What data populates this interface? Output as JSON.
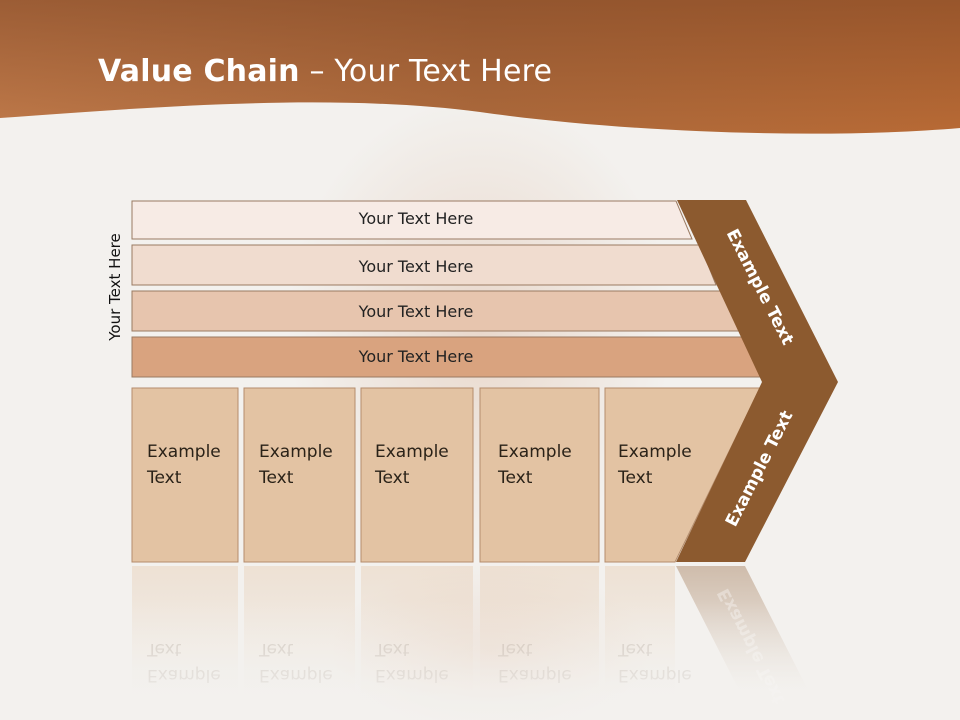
{
  "slide": {
    "title_strong": "Value Chain",
    "title_rest": " – Your Text Here",
    "side_label": "Your Text Here",
    "support_rows": [
      {
        "label": "Your Text Here",
        "fill": "#f7ebe5"
      },
      {
        "label": "Your Text Here",
        "fill": "#f0dccf"
      },
      {
        "label": "Your Text Here",
        "fill": "#e7c5ae"
      },
      {
        "label": "Your Text Here",
        "fill": "#d9a37f"
      }
    ],
    "primary_cells": [
      {
        "line1": "Example",
        "line2": "Text"
      },
      {
        "line1": "Example",
        "line2": "Text"
      },
      {
        "line1": "Example",
        "line2": "Text"
      },
      {
        "line1": "Example",
        "line2": "Text"
      },
      {
        "line1": "Example",
        "line2": "Text"
      }
    ],
    "chevron_upper_text": "Example Text",
    "chevron_lower_text": "Example Text",
    "colors": {
      "header_dark": "#93532b",
      "header_light": "#d48a56",
      "chevron_fill": "#8c5a2f",
      "cell_fill": "#e3c3a3",
      "cell_border": "#b48c6c"
    }
  }
}
